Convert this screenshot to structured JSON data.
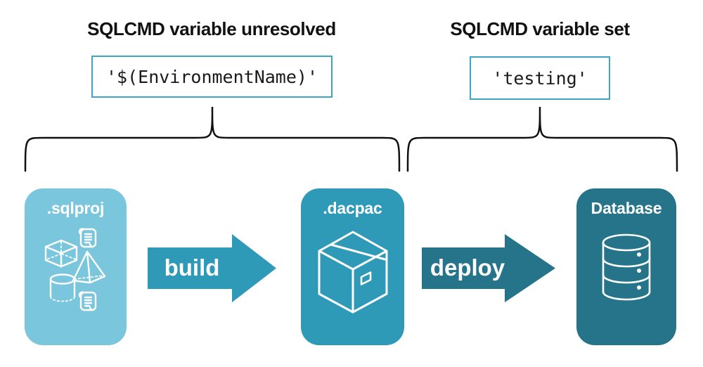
{
  "annotations": {
    "unresolved": {
      "title": "SQLCMD variable unresolved",
      "value": "'$(EnvironmentName)'"
    },
    "set": {
      "title": "SQLCMD variable set",
      "value": "'testing'"
    }
  },
  "pipeline": {
    "stages": [
      {
        "id": "sqlproj",
        "label": ".sqlproj",
        "icon": "sql-objects-icon",
        "color": "#7AC6DC"
      },
      {
        "id": "dacpac",
        "label": ".dacpac",
        "icon": "package-icon",
        "color": "#2F9AB8"
      },
      {
        "id": "database",
        "label": "Database",
        "icon": "database-icon",
        "color": "#26748A"
      }
    ],
    "arrows": [
      {
        "label": "build",
        "color": "#2F9AB8"
      },
      {
        "label": "deploy",
        "color": "#26748A"
      }
    ]
  },
  "colors": {
    "value_box_border": "#3BA7C5",
    "brace_stroke": "#111111",
    "heading_text": "#111111",
    "code_text": "#1a1a1a",
    "card_text": "#ffffff"
  }
}
